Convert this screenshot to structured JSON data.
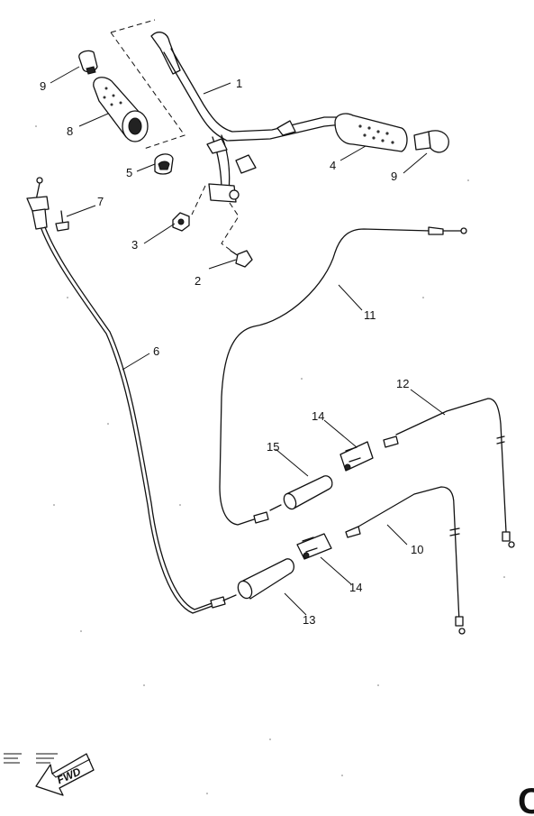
{
  "callouts": [
    {
      "id": "c1",
      "label": "1"
    },
    {
      "id": "c2",
      "label": "2"
    },
    {
      "id": "c3",
      "label": "3"
    },
    {
      "id": "c4",
      "label": "4"
    },
    {
      "id": "c5",
      "label": "5"
    },
    {
      "id": "c6",
      "label": "6"
    },
    {
      "id": "c7",
      "label": "7"
    },
    {
      "id": "c8",
      "label": "8"
    },
    {
      "id": "c9a",
      "label": "9"
    },
    {
      "id": "c9b",
      "label": "9"
    },
    {
      "id": "c10",
      "label": "10"
    },
    {
      "id": "c11",
      "label": "11"
    },
    {
      "id": "c12",
      "label": "12"
    },
    {
      "id": "c13",
      "label": "13"
    },
    {
      "id": "c14a",
      "label": "14"
    },
    {
      "id": "c14b",
      "label": "14"
    },
    {
      "id": "c15",
      "label": "15"
    }
  ],
  "fwd_label": "FWD",
  "corner_mark": "C"
}
